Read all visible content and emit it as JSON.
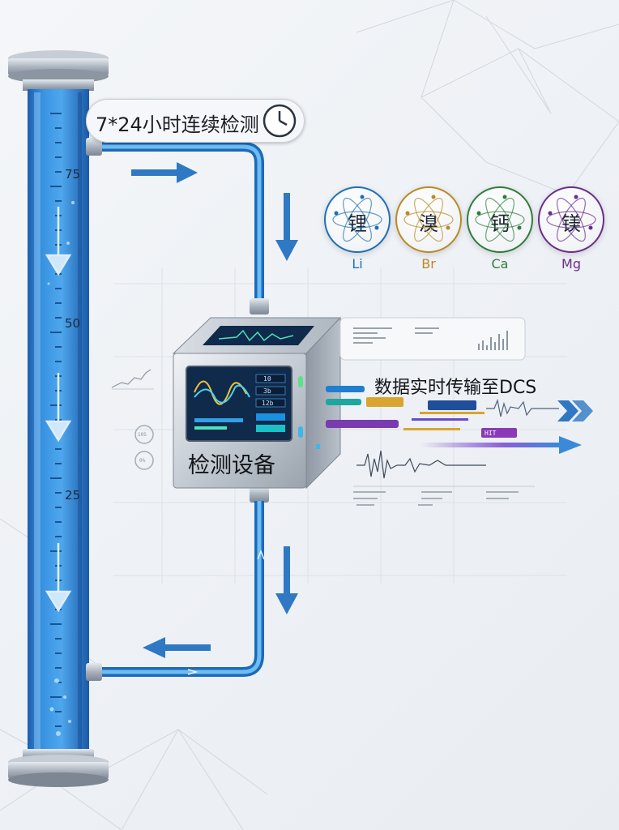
{
  "header": {
    "monitoring_label": "7*24小时连续检测"
  },
  "column": {
    "ticks": [
      "75",
      "50",
      "25"
    ]
  },
  "elements": [
    {
      "char": "锂",
      "symbol": "Li",
      "color": "#1f6fb5"
    },
    {
      "char": "溴",
      "symbol": "Br",
      "color": "#b88a24"
    },
    {
      "char": "钙",
      "symbol": "Ca",
      "color": "#2f7d3c"
    },
    {
      "char": "镁",
      "symbol": "Mg",
      "color": "#6a2d8a"
    }
  ],
  "device": {
    "label": "检测设备",
    "readouts": [
      "10",
      "3b",
      "12b"
    ]
  },
  "transmission": {
    "label": "数据实时传输至DCS",
    "tag": "HIT"
  },
  "side_panel": {
    "gauge_values": [
      "10S",
      "0%"
    ]
  },
  "colors": {
    "pipe": "#2f8fd6",
    "liquid": "#2a78cc",
    "arrow": "#2f78c4",
    "screen": "#0f2a4a"
  },
  "icons": [
    "clock-icon",
    "atom-icon",
    "flow-arrow-icon",
    "chevron-right-icon"
  ]
}
